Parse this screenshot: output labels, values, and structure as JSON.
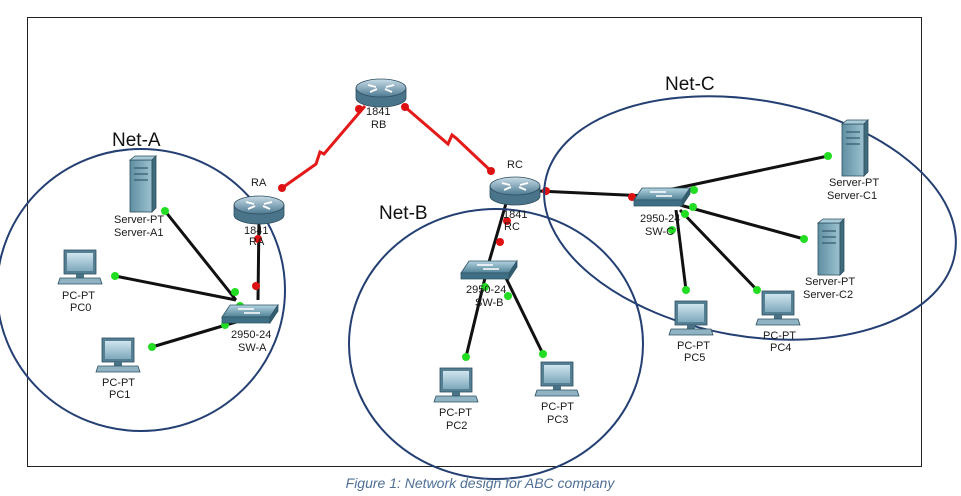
{
  "caption": "Figure 1: Network design for ABC company",
  "colors": {
    "frame": "#222222",
    "network_ellipse": "#243f73",
    "ethernet": "#111111",
    "serial": "#e41a1a",
    "link_up": "#22dd22",
    "link_down": "#dd1111"
  },
  "networks": {
    "a": "Net-A",
    "b": "Net-B",
    "c": "Net-C"
  },
  "routers": {
    "ra": {
      "name": "RA",
      "model": "1841",
      "short": "RA"
    },
    "rb": {
      "model": "1841",
      "short": "RB"
    },
    "rc": {
      "name": "RC",
      "model": "1841",
      "short": "RC"
    }
  },
  "switches": {
    "swa": {
      "model": "2950-24",
      "short": "SW-A"
    },
    "swb": {
      "model": "2950-24",
      "short": "SW-B"
    },
    "swc": {
      "model": "2950-24",
      "short": "SW-C"
    }
  },
  "servers": {
    "a1": {
      "type": "Server-PT",
      "name": "Server-A1"
    },
    "c1": {
      "type": "Server-PT",
      "name": "Server-C1"
    },
    "c2": {
      "type": "Server-PT",
      "name": "Server-C2"
    }
  },
  "pcs": {
    "pc0": {
      "type": "PC-PT",
      "name": "PC0"
    },
    "pc1": {
      "type": "PC-PT",
      "name": "PC1"
    },
    "pc2": {
      "type": "PC-PT",
      "name": "PC2"
    },
    "pc3": {
      "type": "PC-PT",
      "name": "PC3"
    },
    "pc4": {
      "type": "PC-PT",
      "name": "PC4"
    },
    "pc5": {
      "type": "PC-PT",
      "name": "PC5"
    }
  },
  "icons": {
    "router": "router-icon",
    "switch": "switch-icon",
    "server": "server-icon",
    "pc": "pc-icon"
  }
}
